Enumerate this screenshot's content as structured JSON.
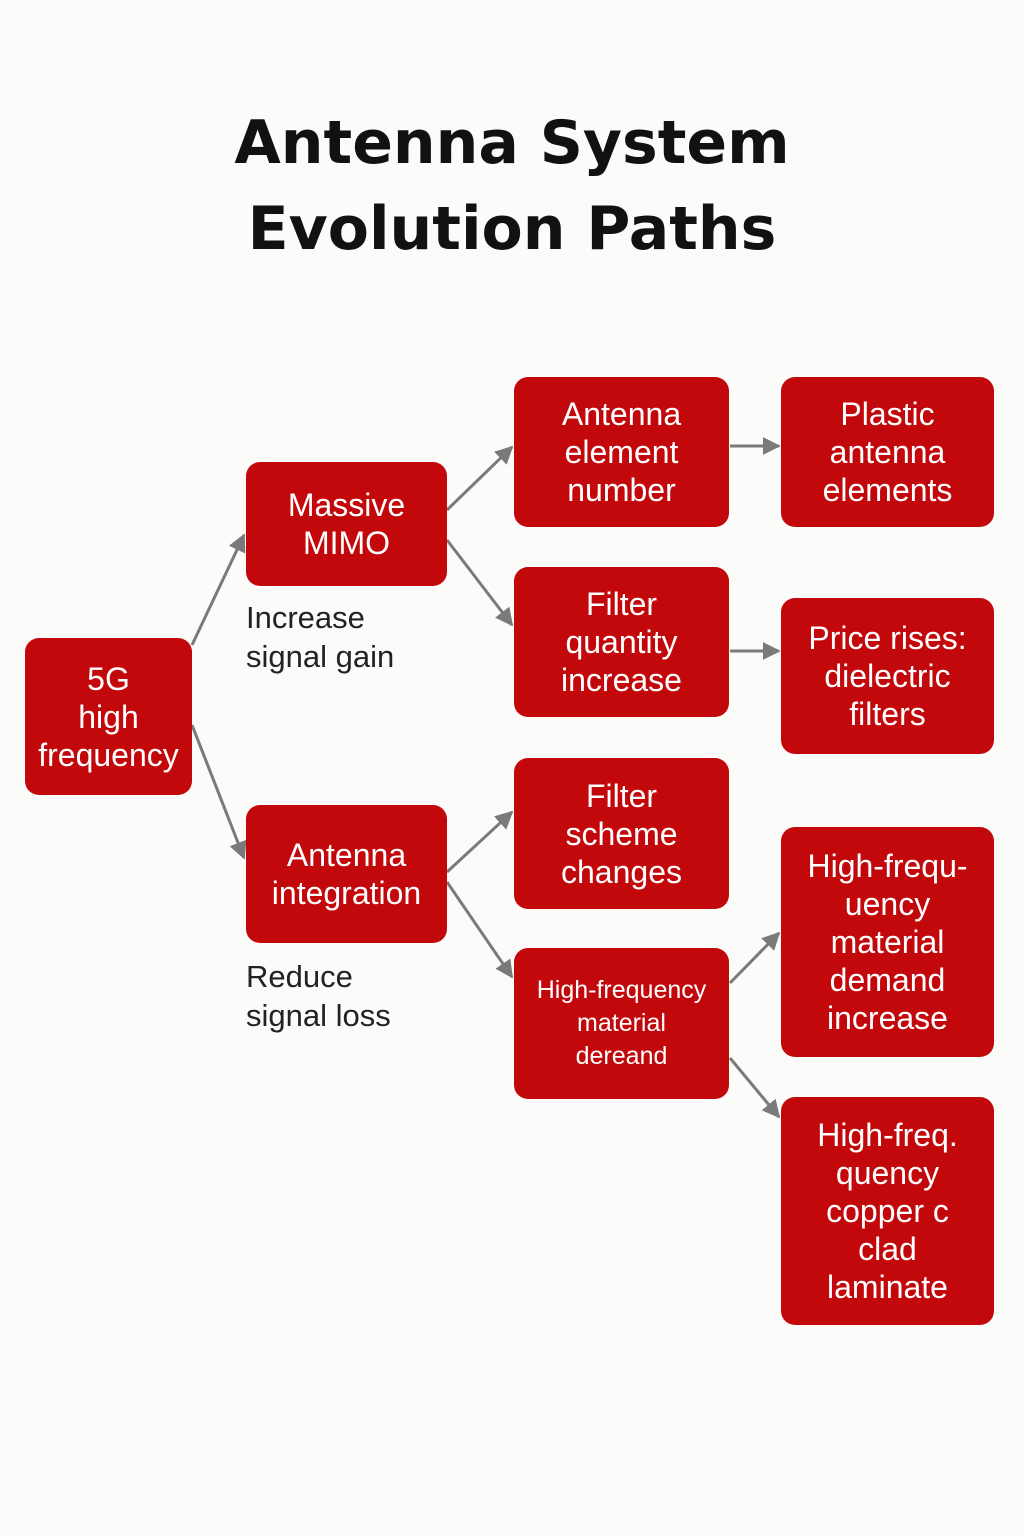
{
  "title": {
    "line1": "Antenna System",
    "line2": "Evolution Paths"
  },
  "colors": {
    "node_fill": "#c3080c",
    "node_text": "#ffffff",
    "arrow": "#7a7a7a",
    "background": "#fbfbfa",
    "title_text": "#111111"
  },
  "nodes": {
    "root": "5G\nhigh\nfrequency",
    "massive_mimo": "Massive\nMIMO",
    "antenna_integration": "Antenna\nintegration",
    "antenna_element_number": "Antenna\nelement\nnumber",
    "filter_quantity_increase": "Filter\nquantity\nincrease",
    "filter_scheme_changes": "Filter\nscheme\nchanges",
    "high_frequency_material_demand": "High-frequency\nmaterial\ndereand",
    "plastic_antenna_elements": "Plastic\nantenna\nelements",
    "price_rises_dielectric_filters": "Price rises:\ndielectric\nfilters",
    "high_frequency_material_demand_increase": "High-frequ-\nuency\nmaterial\ndemand\nincrease",
    "high_frequency_copper_clad_laminate": "High-freq.\nquency\ncopper c\nclad\nlaminate"
  },
  "annotations": {
    "increase_signal_gain": "Increase\nsignal gain",
    "reduce_signal_loss": "Reduce\nsignal loss"
  }
}
